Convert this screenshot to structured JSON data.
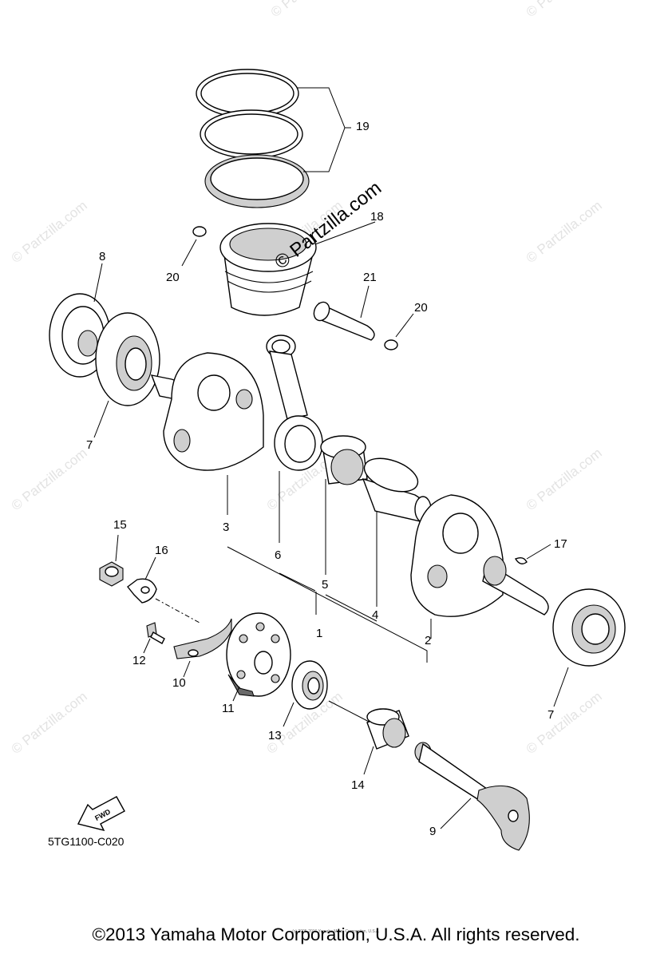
{
  "watermark": {
    "repeated": "© Partzilla.com",
    "main": "© Partzilla.com"
  },
  "callouts": {
    "c1": "1",
    "c2": "2",
    "c3": "3",
    "c4": "4",
    "c5": "5",
    "c6": "6",
    "c7a": "7",
    "c7b": "7",
    "c8": "8",
    "c9": "9",
    "c10": "10",
    "c11": "11",
    "c12": "12",
    "c13": "13",
    "c14": "14",
    "c15": "15",
    "c16": "16",
    "c17": "17",
    "c18": "18",
    "c19": "19",
    "c20a": "20",
    "c20b": "20",
    "c21": "21"
  },
  "fwd_label": "FWD",
  "diagram_code": "5TG1100-C020",
  "small_copyright": "(c) 2005-2016 Yamaha Motor Corporation, U.S.A.",
  "footer": "©2013 Yamaha Motor Corporation, U.S.A. All rights reserved."
}
